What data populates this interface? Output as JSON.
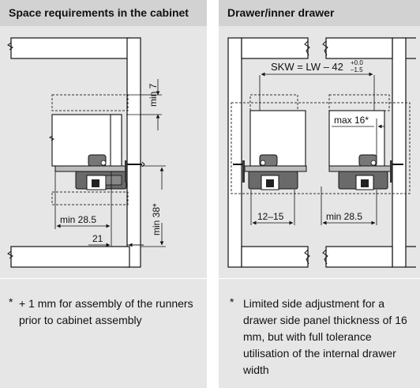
{
  "left_panel": {
    "title": "Space requirements in the cabinet",
    "dims": {
      "min7": "min 7",
      "min38": "min 38*",
      "min28_5": "min 28.5",
      "d21": "21"
    },
    "footnote": {
      "star": "*",
      "text": "+ 1 mm for assembly of the runners prior to cabinet assembly"
    }
  },
  "right_panel": {
    "title": "Drawer/inner drawer",
    "dims": {
      "skw_formula": "SKW = LW – 42",
      "skw_tol_upper": "+0.0",
      "skw_tol_lower": "–1.5",
      "max16": "max 16*",
      "d12_15": "12–15",
      "min28_5": "min 28.5"
    },
    "footnote": {
      "star": "*",
      "text": "Limited side adjustment for a drawer side panel thickness of 16 mm, but with full tolerance utilisation of the internal drawer width"
    }
  },
  "colors": {
    "panel_bg": "#e6e6e6",
    "header_bg": "#d2d2d2",
    "board": "#ffffff",
    "line": "#111111"
  }
}
